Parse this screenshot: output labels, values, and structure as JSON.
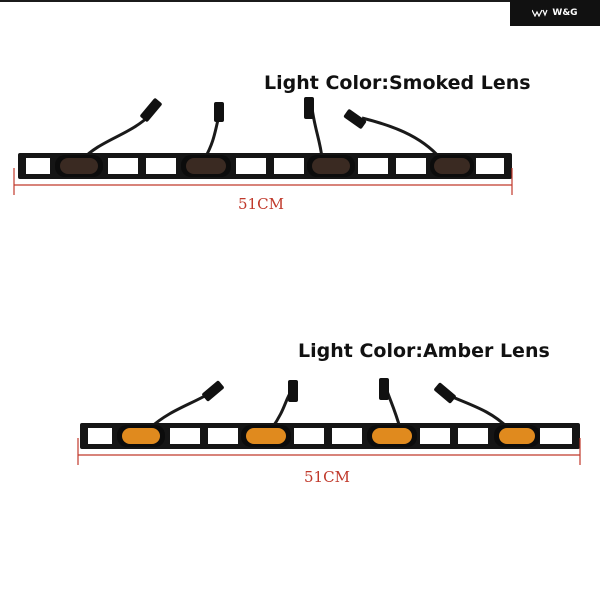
{
  "brand": {
    "logo_text": "W&G"
  },
  "products": [
    {
      "caption": "Light Color:Smoked Lens",
      "dimension": "51CM",
      "lens_color": "#3a2a22"
    },
    {
      "caption": "Light Color:Amber Lens",
      "dimension": "51CM",
      "lens_color": "#e08a1e"
    }
  ],
  "colors": {
    "dimension_line": "#c0392b",
    "bar": "#151515"
  }
}
